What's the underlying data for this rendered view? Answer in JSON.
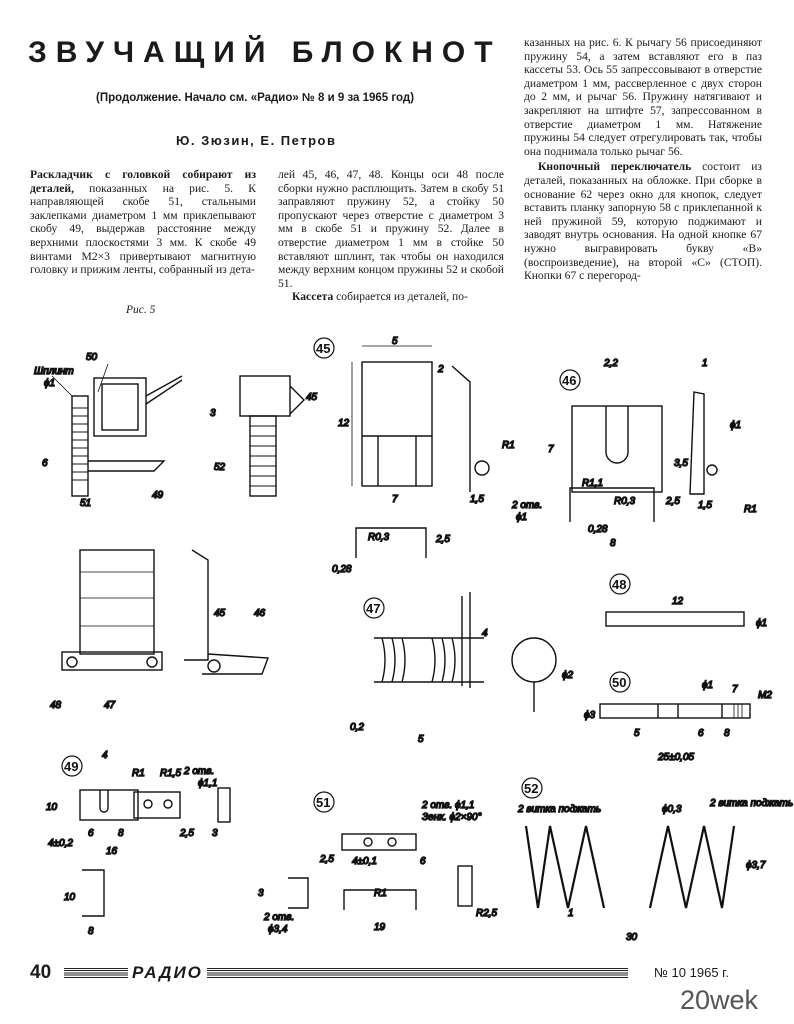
{
  "header": {
    "title": "ЗВУЧАЩИЙ БЛОКНОТ",
    "subtitle": "(Продолжение. Начало см. «Радио» № 8 и 9 за 1965 год)",
    "authors": "Ю. Зюзин, Е. Петров"
  },
  "article": {
    "col1_lead": "Раскладчик с головкой собирают из деталей,",
    "col1_text": " показанных на рис. 5. К направляющей скобе 51, стальными заклепками диаметром 1 мм приклепывают скобу 49, выдержав расстояние между верхними плоскостями 3 мм. К скобе 49 винтами М2×3 привертывают магнитную головку и прижим ленты, собранный из дета-",
    "col2_text": "лей 45, 46, 47, 48. Концы оси 48 после сборки нужно расплющить. Затем в скобу 51 заправляют пружину 52, а стойку 50 пропускают через отверстие с диаметром 3 мм в скобе 51 и пружину 52. Далее в отверстие диаметром 1 мм в стойке 50 вставляют шплинт, так чтобы он находился между верхним концом пружины 52 и скобой 51.",
    "col2_lead2": "Кассета",
    "col2_text2": " собирается из деталей, по-",
    "col3_text": "казанных на рис. 6. К рычагу 56 присоединяют пружину 54, а затем вставляют его в паз кассеты 53. Ось 55 запрессовывают в отверстие диаметром 1 мм, рассверленное с двух сторон до 2 мм, и рычаг 56. Пружину натягивают и закрепляют на штифте 57, запрессованном в отверстие диаметром 1 мм. Натяжение пружины 54 следует отрегулировать так, чтобы она поднимала только рычаг 56.",
    "col3_lead2": "Кнопочный переключатель",
    "col3_text2": " состоит из деталей, показанных на обложке. При сборке в основание 62 через окно для кнопок, следует вставить планку запорную 58 с приклепанной к ней пружиной 59, которую поджимают и заводят внутрь основания. На одной кнопке 67 нужно выгравировать букву «В» (воспроизведение), на второй «С» (СТОП). Кнопки 67 с перегород-"
  },
  "figure": {
    "caption": "Рис. 5",
    "labels": {
      "shplint": "Шплинт",
      "phi1": "ϕ1",
      "n50": "50",
      "n49": "49",
      "n51": "51",
      "n45": "45",
      "n52": "52",
      "n6": "6",
      "n3": "3",
      "p45_w": "5",
      "p45_h": "12",
      "p45_r": "R1",
      "p45_7": "7",
      "p45_2": "2",
      "p45_15": "1,5",
      "two_holes": "2 отв.",
      "p45_phi": "ϕ1",
      "p45_r03": "R0,3",
      "p45_25": "2,5",
      "p45_028": "0,28",
      "p46_22": "2,2",
      "p46_1": "1",
      "p46_7": "7",
      "p46_r11": "R1,1",
      "p46_35": "3,5",
      "p46_15": "1,5",
      "p46_phi": "ϕ1",
      "p46_r1": "R1",
      "p46_r03": "R0,3",
      "p46_25": "2,5",
      "p46_028": "0,28",
      "p46_8": "8",
      "n48": "48",
      "n47": "47",
      "n46": "46",
      "p47_4": "4",
      "p47_02": "0,2",
      "p47_5": "5",
      "p47_phi2": "ϕ2",
      "p48_12": "12",
      "p48_phi": "ϕ1",
      "p50_phi1": "ϕ1",
      "p50_7": "7",
      "p50_m2": "M2",
      "p50_phi3": "ϕ3",
      "p50_5": "5",
      "p50_6": "6",
      "p50_8": "8",
      "p50_total": "25±0,05",
      "p49_4": "4",
      "p49_r1": "R1",
      "p49_r15": "R1,5",
      "p49_2otv": "2 отв.",
      "p49_phi": "ϕ1,1",
      "p49_10": "10",
      "p49_6": "6",
      "p49_8": "8",
      "p49_16": "16",
      "p49_25": "2,5",
      "p49_3": "3",
      "p49_402": "4±0,2",
      "p51_2otv": "2 отв. ϕ1,1",
      "p51_zenk": "Зенк. ϕ2×90°",
      "p51_25": "2,5",
      "p51_4": "4±0,1",
      "p51_6": "6",
      "p51_r1": "R1",
      "p51_19": "19",
      "p51_r25": "R2,5",
      "p51_3": "3",
      "p51_otv": "2 отв.",
      "p51_phi34": "ϕ3,4",
      "p52_left": "2 витка поджать",
      "p52_phi03": "ϕ0,3",
      "p52_right": "2 витка поджать",
      "p52_phi37": "ϕ3,7",
      "p52_1": "1",
      "p52_30": "30"
    }
  },
  "footer": {
    "page_number": "40",
    "magazine": "РАДИО",
    "issue": "№ 10 1965 г."
  },
  "watermark": "20wek"
}
